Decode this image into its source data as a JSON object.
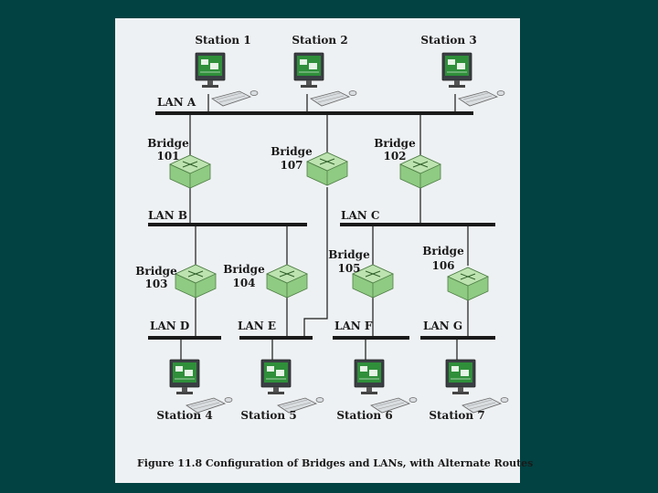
{
  "stations": [
    {
      "id": "s1",
      "label": "Station 1"
    },
    {
      "id": "s2",
      "label": "Station 2"
    },
    {
      "id": "s3",
      "label": "Station 3"
    },
    {
      "id": "s4",
      "label": "Station 4"
    },
    {
      "id": "s5",
      "label": "Station 5"
    },
    {
      "id": "s6",
      "label": "Station 6"
    },
    {
      "id": "s7",
      "label": "Station 7"
    }
  ],
  "lans": [
    {
      "id": "a",
      "label": "LAN A"
    },
    {
      "id": "b",
      "label": "LAN B"
    },
    {
      "id": "c",
      "label": "LAN C"
    },
    {
      "id": "d",
      "label": "LAN D"
    },
    {
      "id": "e",
      "label": "LAN E"
    },
    {
      "id": "f",
      "label": "LAN F"
    },
    {
      "id": "g",
      "label": "LAN G"
    }
  ],
  "bridges": [
    {
      "id": "101",
      "word": "Bridge",
      "number": "101"
    },
    {
      "id": "107",
      "word": "Bridge",
      "number": "107"
    },
    {
      "id": "102",
      "word": "Bridge",
      "number": "102"
    },
    {
      "id": "103",
      "word": "Bridge",
      "number": "103"
    },
    {
      "id": "104",
      "word": "Bridge",
      "number": "104"
    },
    {
      "id": "105",
      "word": "Bridge",
      "number": "105"
    },
    {
      "id": "106",
      "word": "Bridge",
      "number": "106"
    }
  ],
  "caption": "Figure 11.8  Configuration of Bridges and LANs, with Alternate Routes",
  "colors": {
    "background": "#024242",
    "panel": "#eef1f3",
    "bridge_fill": "#bde3b0",
    "bridge_side": "#8fcb82",
    "monitor_screen": "#2f8f3a",
    "line": "#1a1a1a"
  }
}
